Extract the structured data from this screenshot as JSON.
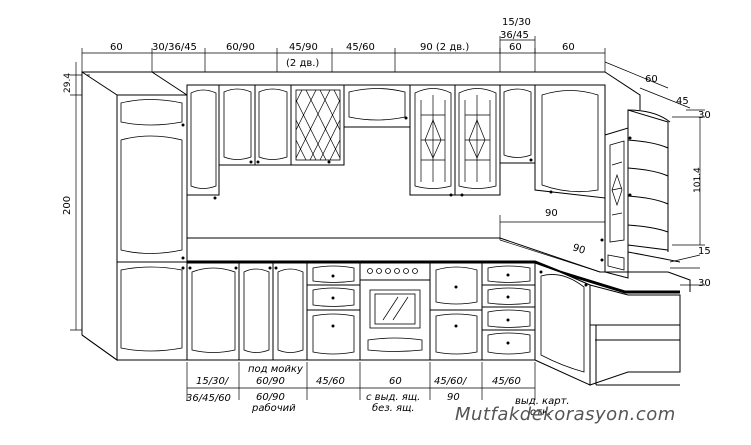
{
  "top_dimensions": {
    "d1": "60",
    "d2": "30/36/45",
    "d3": "60/90",
    "d4": "45/90",
    "d4_sub": "(2 дв.)",
    "d5": "45/60",
    "d6": "90 (2 дв.)",
    "d7_top": "15/30",
    "d7_mid": "36/45",
    "d7": "60",
    "d8": "60",
    "side_depth_1": "60",
    "side_depth_2": "45"
  },
  "left_dimensions": {
    "offset": "29.4",
    "height": "200"
  },
  "right_dimensions": {
    "shelf_depth": "30",
    "shelf_height": "101.4",
    "corner_width": "90",
    "corner_diag": "90",
    "counter_gap": "15",
    "counter_depth": "30"
  },
  "bottom_dimensions": {
    "b1_top": "15/30/",
    "b1_bottom": "36/45/60",
    "b2_top_line1": "под мойку",
    "b2_top_line2": "60/90",
    "b2_bottom_line1": "60/90",
    "b2_bottom_line2": "рабочий",
    "b3": "45/60",
    "b4_top": "60",
    "b4_bottom_line1": "с выд. ящ.",
    "b4_bottom_line2": "без. ящ.",
    "b5_top": "45/60/",
    "b5_bottom": "90",
    "b6": "45/60",
    "b7_line1": "выд. карт.",
    "b7_line2": "отк."
  },
  "watermark": "Mutfakdekorasyon.com"
}
